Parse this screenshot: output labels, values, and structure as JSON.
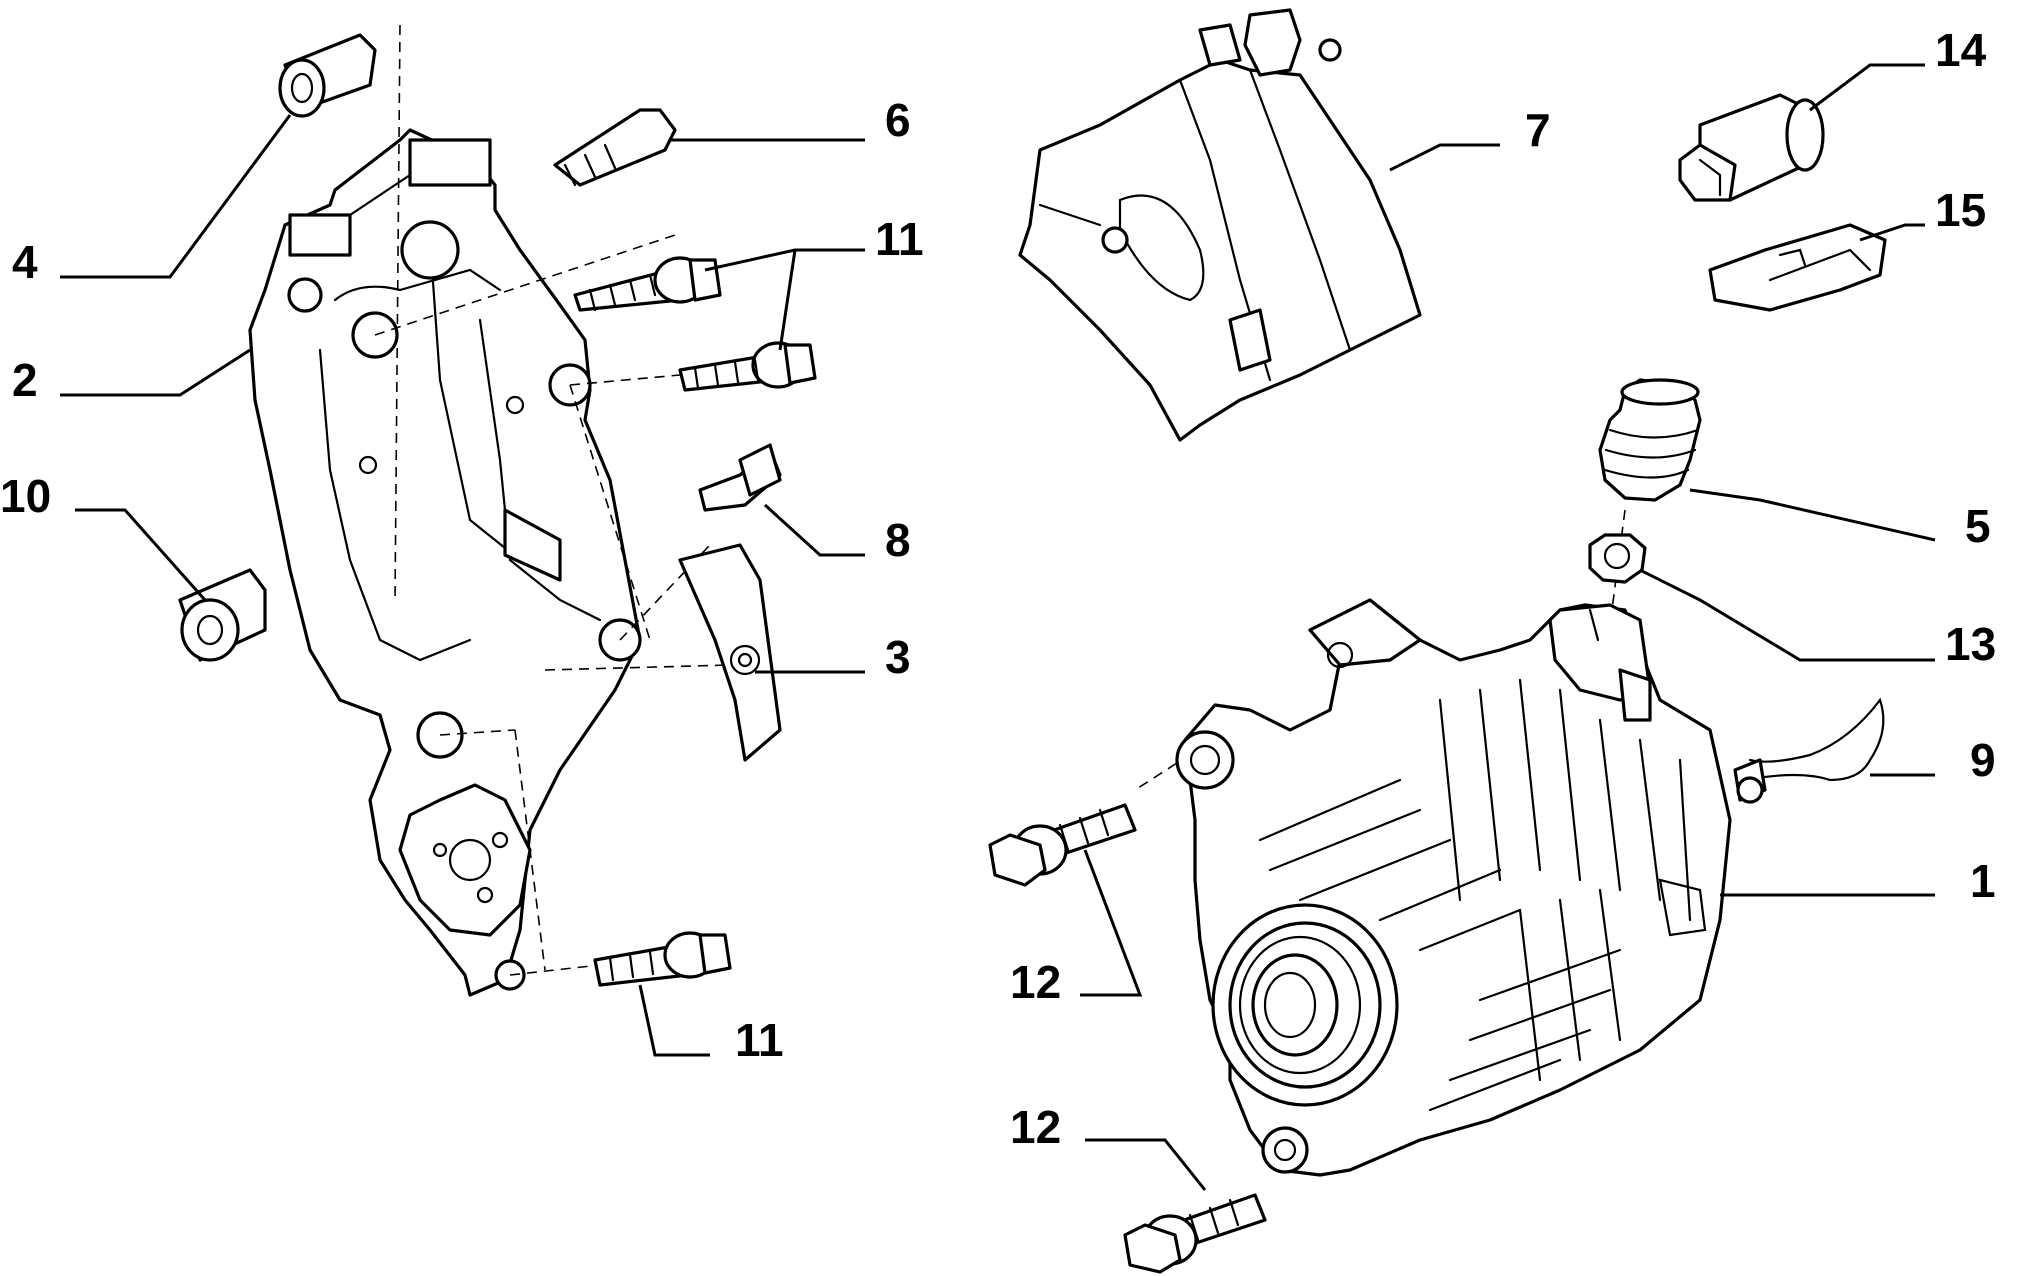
{
  "callouts": [
    {
      "id": "1",
      "text": "1"
    },
    {
      "id": "2",
      "text": "2"
    },
    {
      "id": "3",
      "text": "3"
    },
    {
      "id": "4",
      "text": "4"
    },
    {
      "id": "5",
      "text": "5"
    },
    {
      "id": "6",
      "text": "6"
    },
    {
      "id": "7",
      "text": "7"
    },
    {
      "id": "8",
      "text": "8"
    },
    {
      "id": "9",
      "text": "9"
    },
    {
      "id": "10",
      "text": "10"
    },
    {
      "id": "11a",
      "text": "11"
    },
    {
      "id": "11b",
      "text": "11"
    },
    {
      "id": "12a",
      "text": "12"
    },
    {
      "id": "12b",
      "text": "12"
    },
    {
      "id": "13",
      "text": "13"
    },
    {
      "id": "14",
      "text": "14"
    },
    {
      "id": "15",
      "text": "15"
    }
  ]
}
